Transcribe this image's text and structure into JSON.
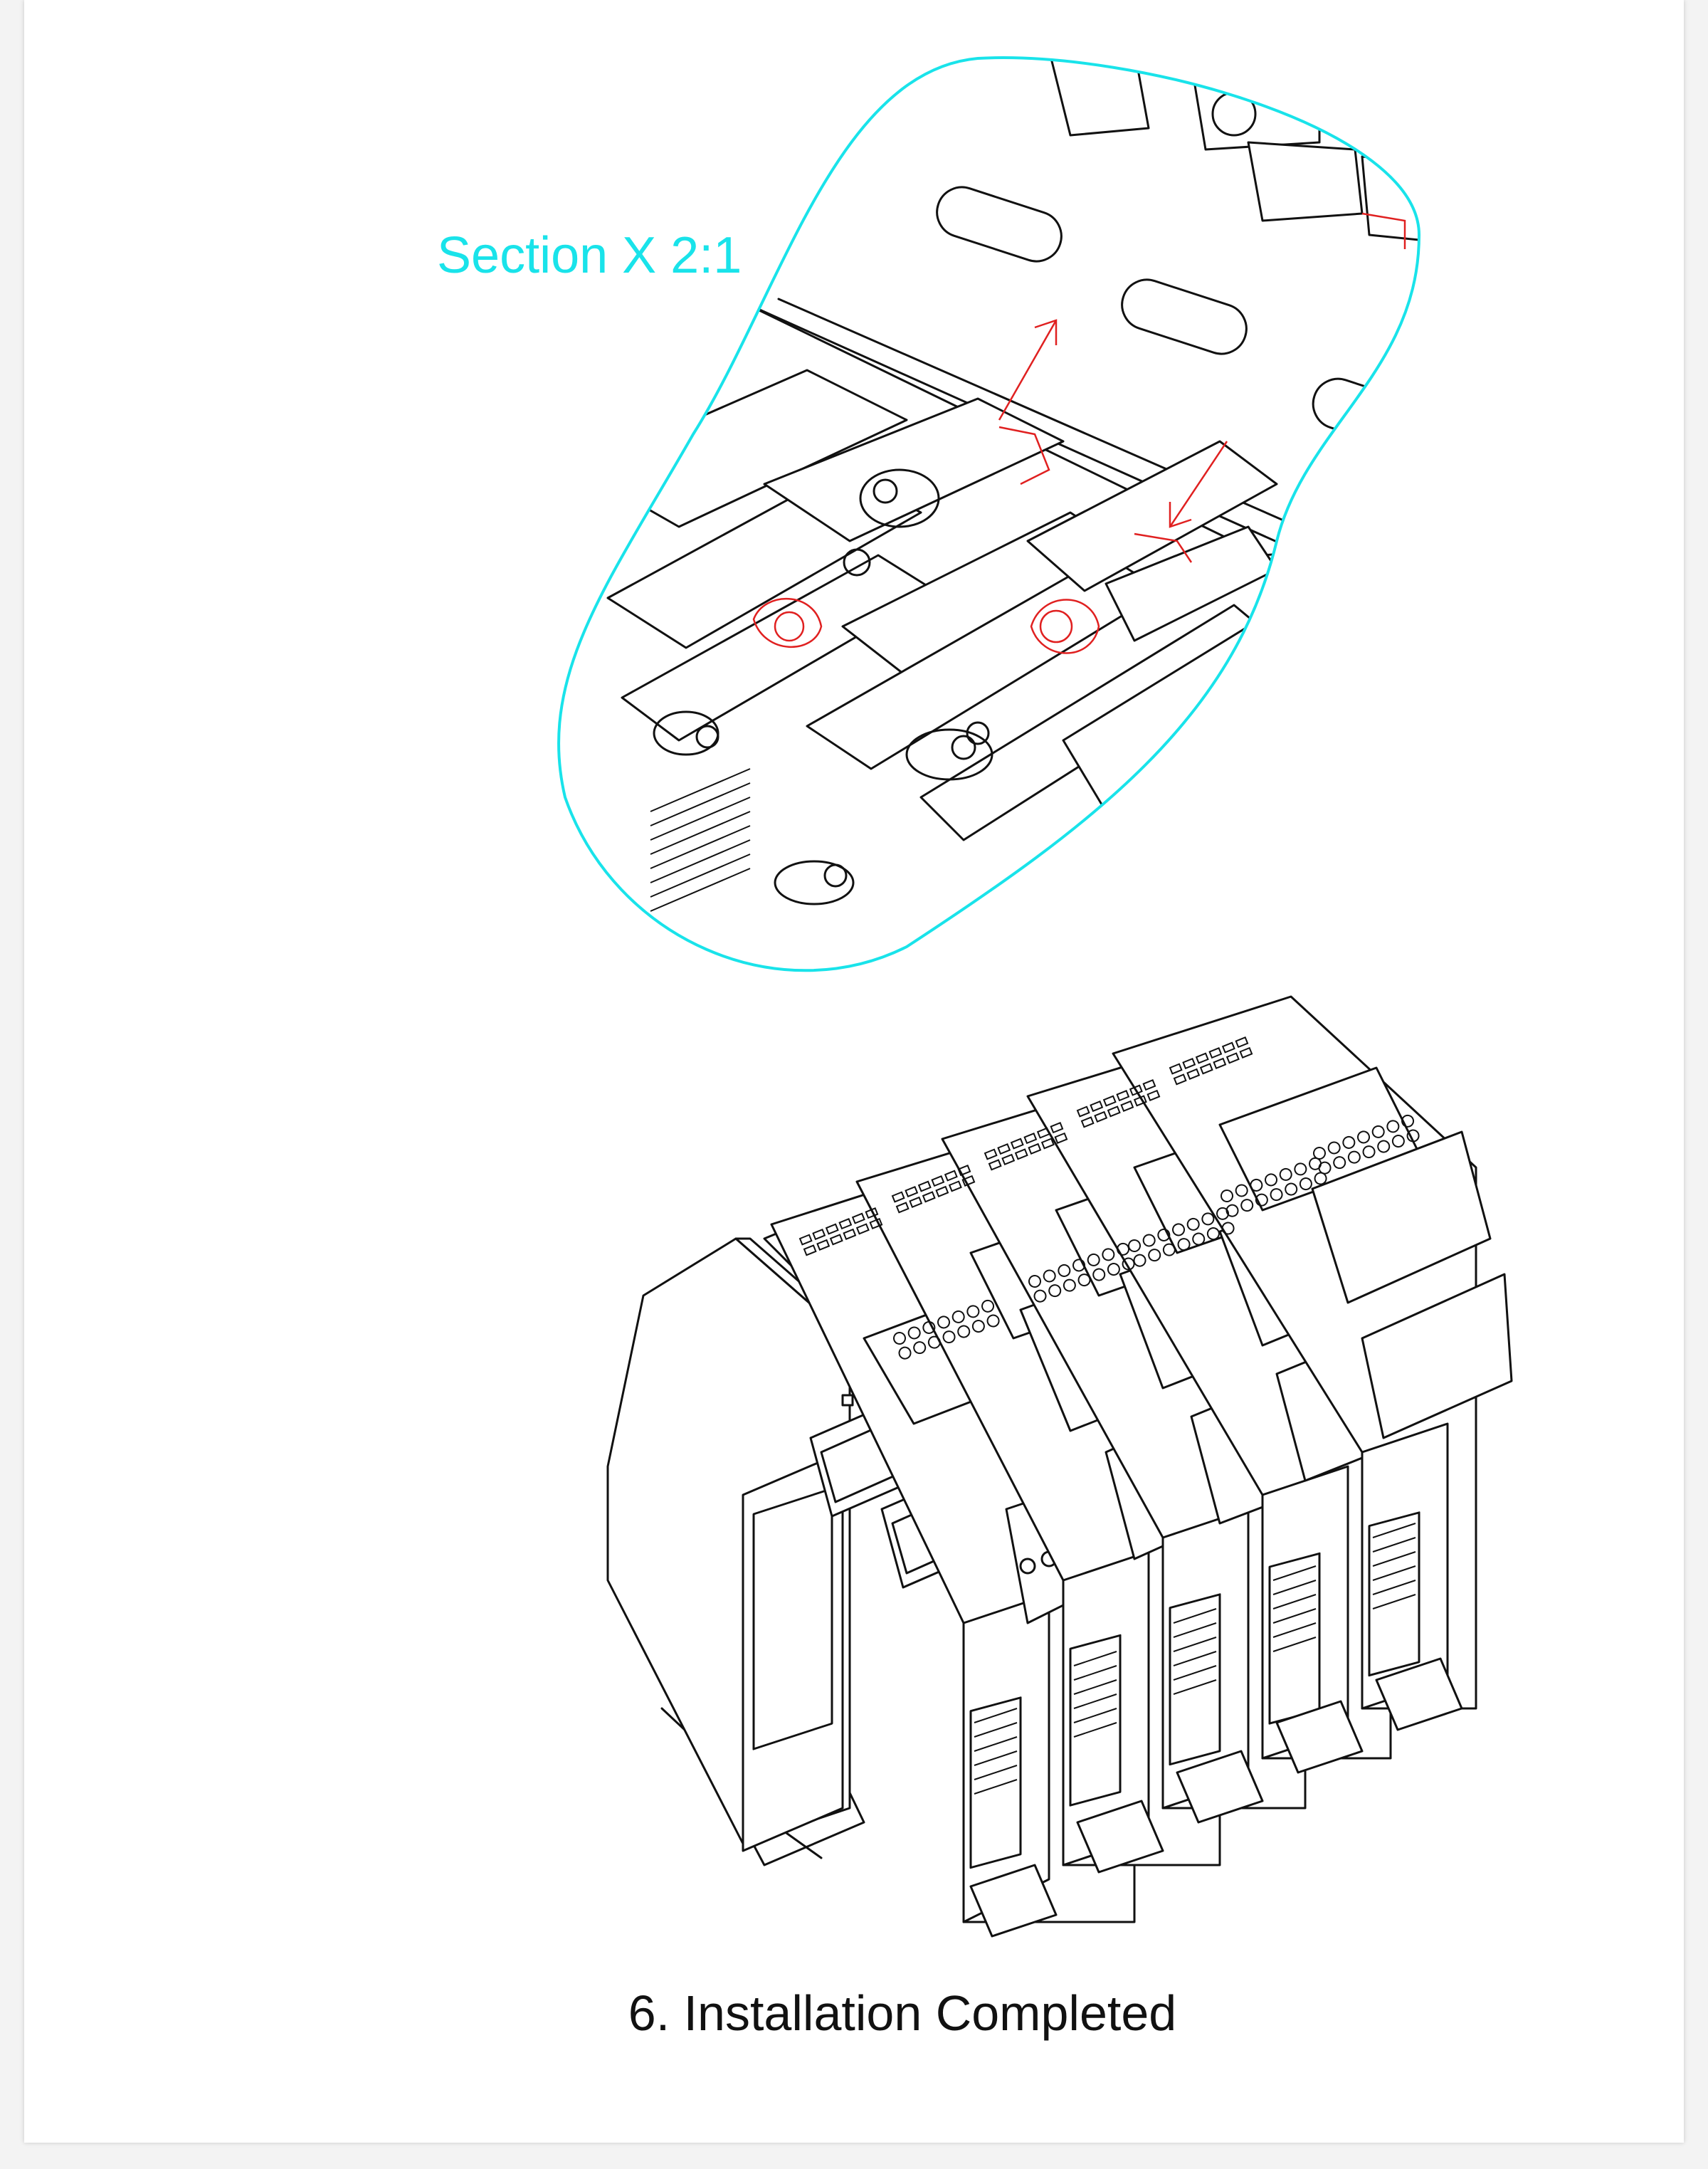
{
  "detail": {
    "label": "Section X 2:1",
    "label_color": "#19e3ea",
    "arrow_color": "#e02020"
  },
  "caption": "6. Installation Completed",
  "modules": 5
}
